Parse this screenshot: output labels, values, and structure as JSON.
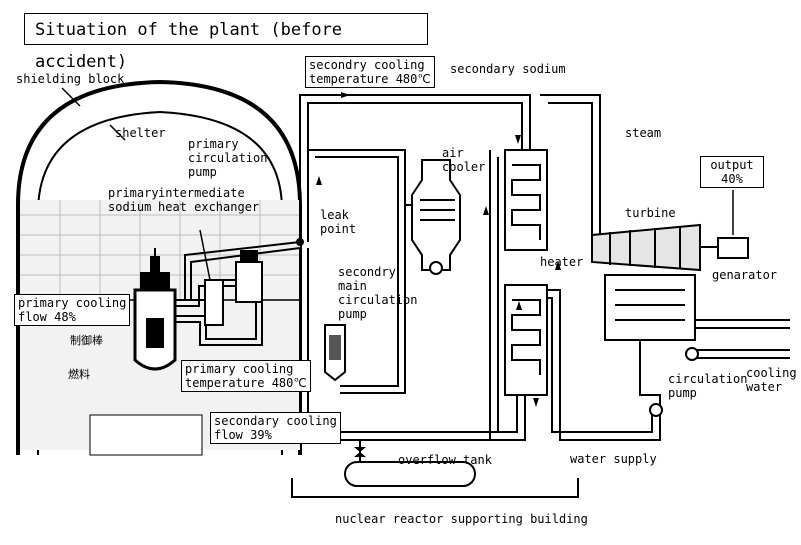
{
  "title": "Situation of the plant (before accident)",
  "labels": {
    "shielding_block": "shielding block",
    "shelter": "shelter",
    "primary_circulation_pump": "primary\ncirculation\npump",
    "primary_sodium": "primary\nsodium",
    "intermediate_heat_exchanger": "intermediate\nheat exchanger",
    "leak_point": "leak\npoint",
    "secondary_main_circulation_pump": "secondry\nmain\ncirculation\npump",
    "air_cooler": "air\ncooler",
    "secondary_sodium": "secondary sodium",
    "steam": "steam",
    "heater": "heater",
    "turbine": "turbine",
    "generator": "genarator",
    "circulation_pump": "circulation\npump",
    "cooling_water": "cooling\nwater",
    "water_supply": "water supply",
    "overflow_tank": "overflow tank",
    "building": "nuclear reactor supporting building",
    "kanji_control_rod": "制御棒",
    "kanji_fuel": "燃料"
  },
  "boxes": {
    "secondary_cooling_temp": "secondry cooling\ntemperature 480℃",
    "output": "output\n40%",
    "primary_cooling_flow": "primary cooling\nflow 48%",
    "primary_cooling_temp": "primary cooling\ntemperature 480℃",
    "secondary_cooling_flow": "secondary cooling\nflow 39%"
  }
}
